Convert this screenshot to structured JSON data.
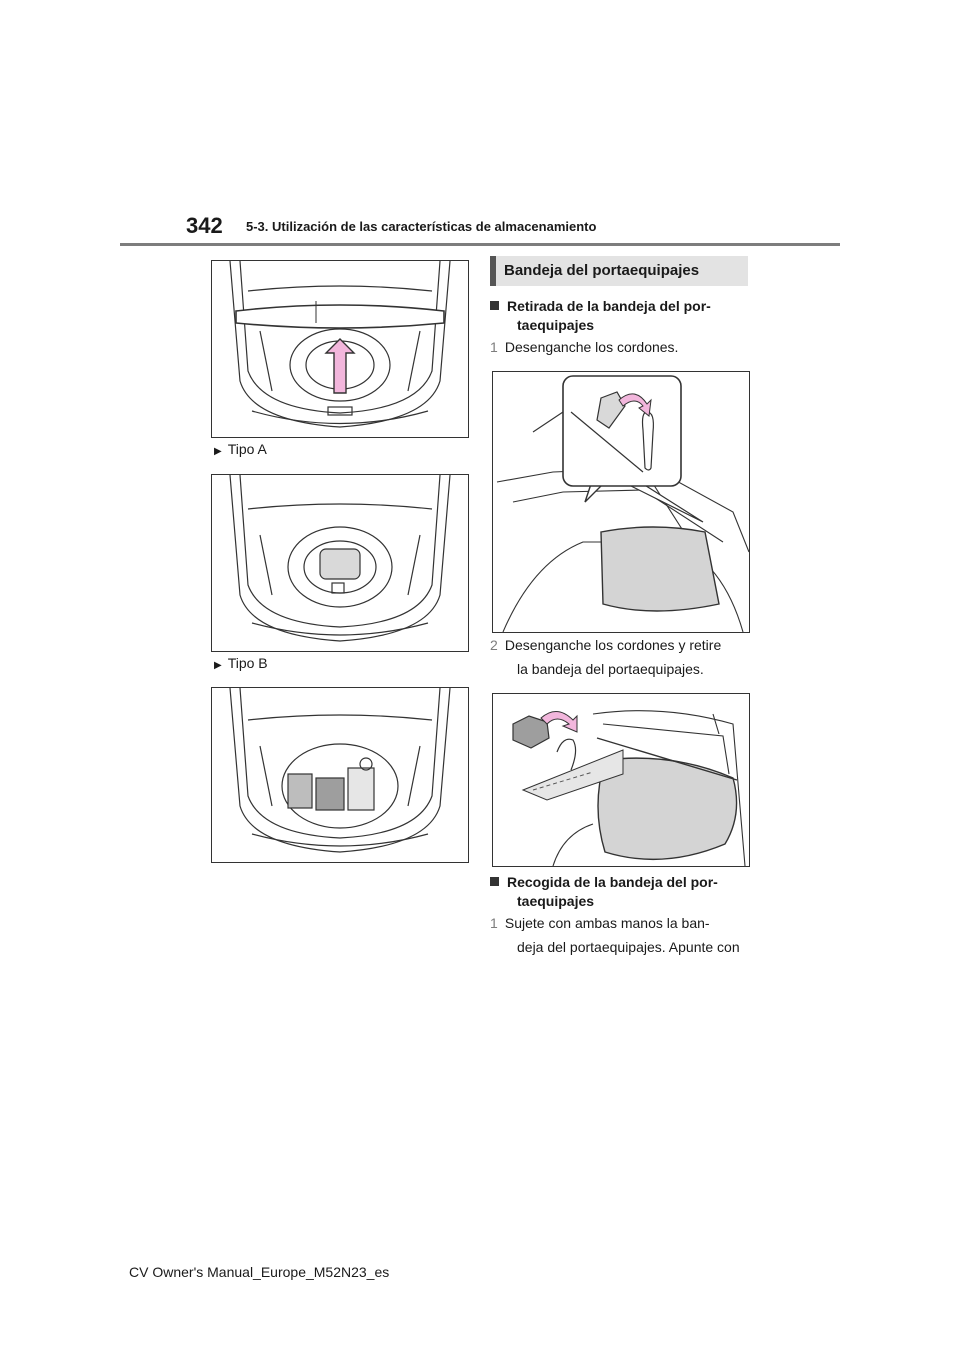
{
  "header": {
    "page_number": "342",
    "section": "5-3. Utilización de las características de almacenamiento"
  },
  "left_column": {
    "captions": [
      "Tipo A",
      "Tipo B"
    ]
  },
  "right_column": {
    "section_heading": "Bandeja del portaequipajes",
    "removal": {
      "title_line1": "Retirada de la bandeja del por-",
      "title_line2": "taequipajes",
      "step1_num": "1",
      "step1_text": "Desenganche los cordones.",
      "step2_num": "2",
      "step2_line1": "Desenganche los cordones y retire",
      "step2_line2": "la bandeja del portaequipajes."
    },
    "storing": {
      "title_line1": "Recogida de la bandeja del por-",
      "title_line2": "taequipajes",
      "step1_num": "1",
      "step1_line1": "Sujete con ambas manos la ban-",
      "step1_line2": "deja del portaequipajes. Apunte con"
    }
  },
  "footer": {
    "text": "CV Owner's Manual_Europe_M52N23_es"
  },
  "colors": {
    "arrow_fill": "#f2b6dc",
    "header_rule": "#7d7d7d",
    "band_background": "#e3e3e3"
  }
}
